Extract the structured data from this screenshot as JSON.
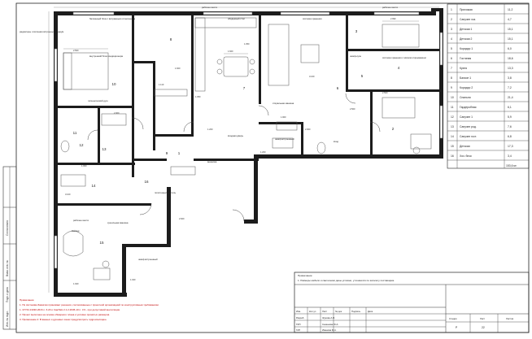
{
  "room_table": {
    "rows": [
      {
        "n": "1",
        "name": "Прихожая",
        "area": "11,2"
      },
      {
        "n": "2",
        "name": "Санузел хоз.",
        "area": "4,7"
      },
      {
        "n": "3",
        "name": "Детская 1",
        "area": "15,1"
      },
      {
        "n": "4",
        "name": "Детская 2",
        "area": "15,1"
      },
      {
        "n": "5",
        "name": "Коридор 1",
        "area": "6,0"
      },
      {
        "n": "6",
        "name": "Гостиная",
        "area": "18,6"
      },
      {
        "n": "7",
        "name": "Кухня",
        "area": "13,3"
      },
      {
        "n": "8",
        "name": "Балкон 1",
        "area": "3,8"
      },
      {
        "n": "9",
        "name": "Коридор 2",
        "area": "7,2"
      },
      {
        "n": "10",
        "name": "Спальня",
        "area": "21,4"
      },
      {
        "n": "11",
        "name": "Гардеробная",
        "area": "6,1"
      },
      {
        "n": "12",
        "name": "Санузел 1",
        "area": "5,9"
      },
      {
        "n": "13",
        "name": "Санузел род.",
        "area": "7,6"
      },
      {
        "n": "14",
        "name": "Санузел гост.",
        "area": "6,8"
      },
      {
        "n": "15",
        "name": "Детская",
        "area": "17,3"
      },
      {
        "n": "16",
        "name": "Хоз. блок",
        "area": "3,4"
      }
    ],
    "total": "153,6 м²"
  },
  "plan": {
    "room_numbers": [
      "1",
      "2",
      "3",
      "4",
      "5",
      "6",
      "7",
      "8",
      "9",
      "10",
      "11",
      "12",
      "13",
      "14",
      "15",
      "16"
    ],
    "labels": {
      "radiator_left": "радиаторы отопления встроены в подиум",
      "balcony_block": "балконный блок с витражным остеклением",
      "work_place_top": "рабочее место",
      "dining_table": "обеденный стол",
      "storage": "система хранения",
      "work_place_right": "рабочее место",
      "wardrobe_unit": "шкаф-купе",
      "storage_sliding": "система хранения с мягким открыванием",
      "conditioner": "внутренний блок кондиционера",
      "tv": "тв",
      "shower_hygiene": "гигиенический душ",
      "washing": "стиральная машина",
      "built_in_wardrobe": "шкаф встроенный",
      "entrance": "вход",
      "front_door": "входная дверь",
      "hanger": "вешалка",
      "heated_floor": "полотенцесушитель",
      "desk_child": "рабочее место",
      "boiler": "бойлер",
      "dryer_shelf": "сушильная машина",
      "wardrobe_built": "шкаф встроенный"
    },
    "dims": [
      "2.500",
      "1.600",
      "2.990",
      "1.110",
      "2.000",
      "1.000",
      "1.200",
      "1.900",
      "2.500",
      "3.160",
      "1.050",
      "1.050",
      "1.200",
      "2.000",
      "2.600",
      "3.100",
      "1.920",
      "1.020",
      "1.600",
      "2.500"
    ]
  },
  "notes": {
    "title": "Примечание:",
    "lines": [
      "1. По системам Заказчик принимает решения, согласованные с проектной организацией по конструктивным требованиям.",
      "1. СП 54.13330.2016 п. 6.20 и СанПиН 2.1.2.2645-10 п. 3.9 - при допустимой вентиляции.",
      "2. Проект выполнен на основе обмерного плана и условно принятых размеров.",
      "3. Примечание 2: В ванных и душевых зонах предусмотреть гидроизоляцию."
    ],
    "furniture_note_title": "Примечание:",
    "furniture_note": "1. Размеры мебели и сантехники даны условно, уточняются по каталогу поставщика."
  },
  "title_block": {
    "header": [
      "Изм.",
      "Кол.уч",
      "Лист",
      "№ док",
      "Подпись",
      "Дата"
    ],
    "roles": [
      {
        "role": "Разраб.",
        "name": "Жукова А.В."
      },
      {
        "role": "ГИП",
        "name": "Семенова Ю.А."
      },
      {
        "role": "ГАП",
        "name": "Иванова М.А."
      }
    ],
    "stage_label": "Стадия",
    "sheet_label": "Лист",
    "sheets_label": "Листов",
    "stage": "Р",
    "sheet": "22"
  },
  "side_stamp": {
    "fields": [
      "Согласовано",
      "Взам. инв. №",
      "Подп. и дата",
      "Инв. № подл."
    ]
  }
}
